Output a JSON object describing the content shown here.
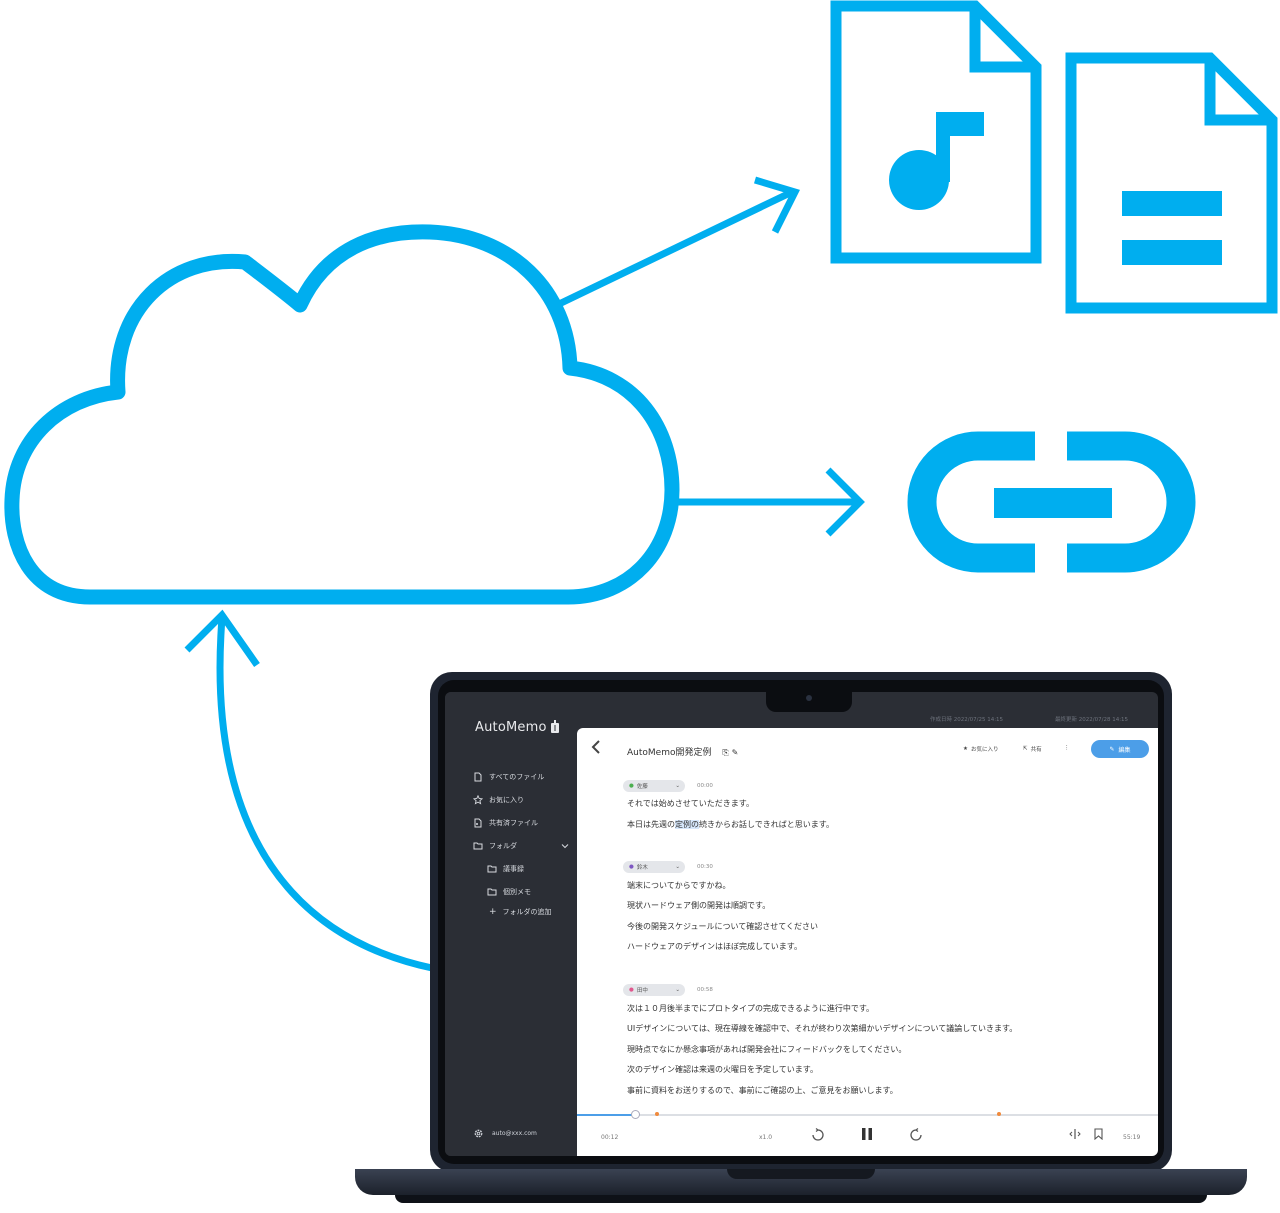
{
  "diagram": {
    "accent_color": "#00aeef",
    "nodes": [
      {
        "id": "cloud",
        "icon": "cloud-icon"
      },
      {
        "id": "audio-file",
        "icon": "audio-file-icon"
      },
      {
        "id": "text-file",
        "icon": "text-file-icon"
      },
      {
        "id": "link",
        "icon": "link-icon"
      },
      {
        "id": "laptop",
        "icon": "laptop-icon"
      }
    ],
    "edges": [
      {
        "from": "laptop",
        "to": "cloud"
      },
      {
        "from": "cloud",
        "to": "audio-file"
      },
      {
        "from": "cloud",
        "to": "link"
      }
    ]
  },
  "app": {
    "brand": "AutoMemo",
    "sidebar": {
      "items": [
        {
          "label": "すべてのファイル",
          "icon": "all-files-icon"
        },
        {
          "label": "お気に入り",
          "icon": "star-icon"
        },
        {
          "label": "共有済ファイル",
          "icon": "shared-file-icon"
        },
        {
          "label": "フォルダ",
          "icon": "folder-icon"
        },
        {
          "label": "議事録",
          "icon": "folder-icon"
        },
        {
          "label": "個別メモ",
          "icon": "folder-icon"
        },
        {
          "label": "フォルダの追加",
          "icon": "plus-icon"
        }
      ],
      "account": "auto@xxx.com"
    },
    "meta": {
      "created": "作成日時  2022/07/25 14:15",
      "updated": "最終更新  2022/07/28 14:15"
    },
    "document": {
      "title": "AutoMemo開発定例",
      "actions": {
        "favorite": "お気に入り",
        "share": "共有",
        "edit": "編集"
      },
      "segments": [
        {
          "speaker": "佐藤",
          "speaker_color": "#4caf50",
          "time": "00:00",
          "lines": [
            "それでは始めさせていただきます。",
            "本日は先週の定例の続きからお話しできればと思います。"
          ]
        },
        {
          "speaker": "鈴木",
          "speaker_color": "#7e57c2",
          "time": "00:30",
          "lines": [
            "端末についてからですかね。",
            "現状ハードウェア側の開発は順調です。",
            "今後の開発スケジュールについて確認させてください",
            "ハードウェアのデザインはほぼ完成しています。"
          ]
        },
        {
          "speaker": "田中",
          "speaker_color": "#e0588e",
          "time": "00:58",
          "lines": [
            "次は１０月後半までにプロトタイプの完成できるように進行中です。",
            "UIデザインについては、現在導線を確認中で、それが終わり次第細かいデザインについて議論していきます。",
            "現時点でなにか懸念事項があれば開発会社にフィードバックをしてください。",
            "次のデザイン確認は来週の火曜日を予定しています。",
            "事前に資料をお送りするので、事前にご確認の上、ご意見をお願いします。"
          ]
        }
      ]
    },
    "player": {
      "elapsed": "00:12",
      "speed": "x1.0",
      "total": "55:19",
      "progress": 0.1
    }
  }
}
